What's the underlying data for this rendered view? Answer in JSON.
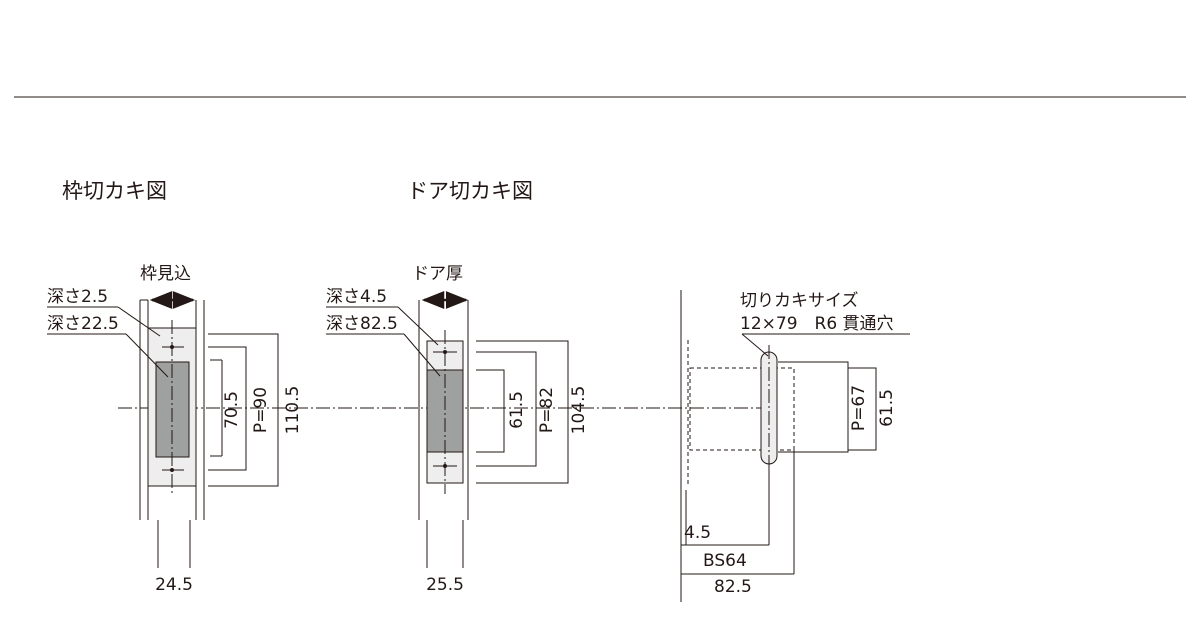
{
  "frame": {
    "title": "枠切カキ図",
    "width_label": "枠見込",
    "depth_top": "深さ2.5",
    "depth_main": "深さ22.5",
    "dim_inner": "70.5",
    "dim_pitch": "P=90",
    "dim_outer": "110.5",
    "dim_bottom": "24.5"
  },
  "door": {
    "title": "ドア切カキ図",
    "width_label": "ドア厚",
    "depth_top": "深さ4.5",
    "depth_main": "深さ82.5",
    "dim_inner": "61.5",
    "dim_pitch": "P=82",
    "dim_outer": "104.5",
    "dim_bottom": "25.5"
  },
  "side": {
    "note_line1": "切りカキサイズ",
    "note_line2": "12×79　R6 貫通穴",
    "dim_pitch": "P=67",
    "dim_inner": "61.5",
    "dim_offset": "4.5",
    "dim_backset": "BS64",
    "dim_total": "82.5"
  }
}
